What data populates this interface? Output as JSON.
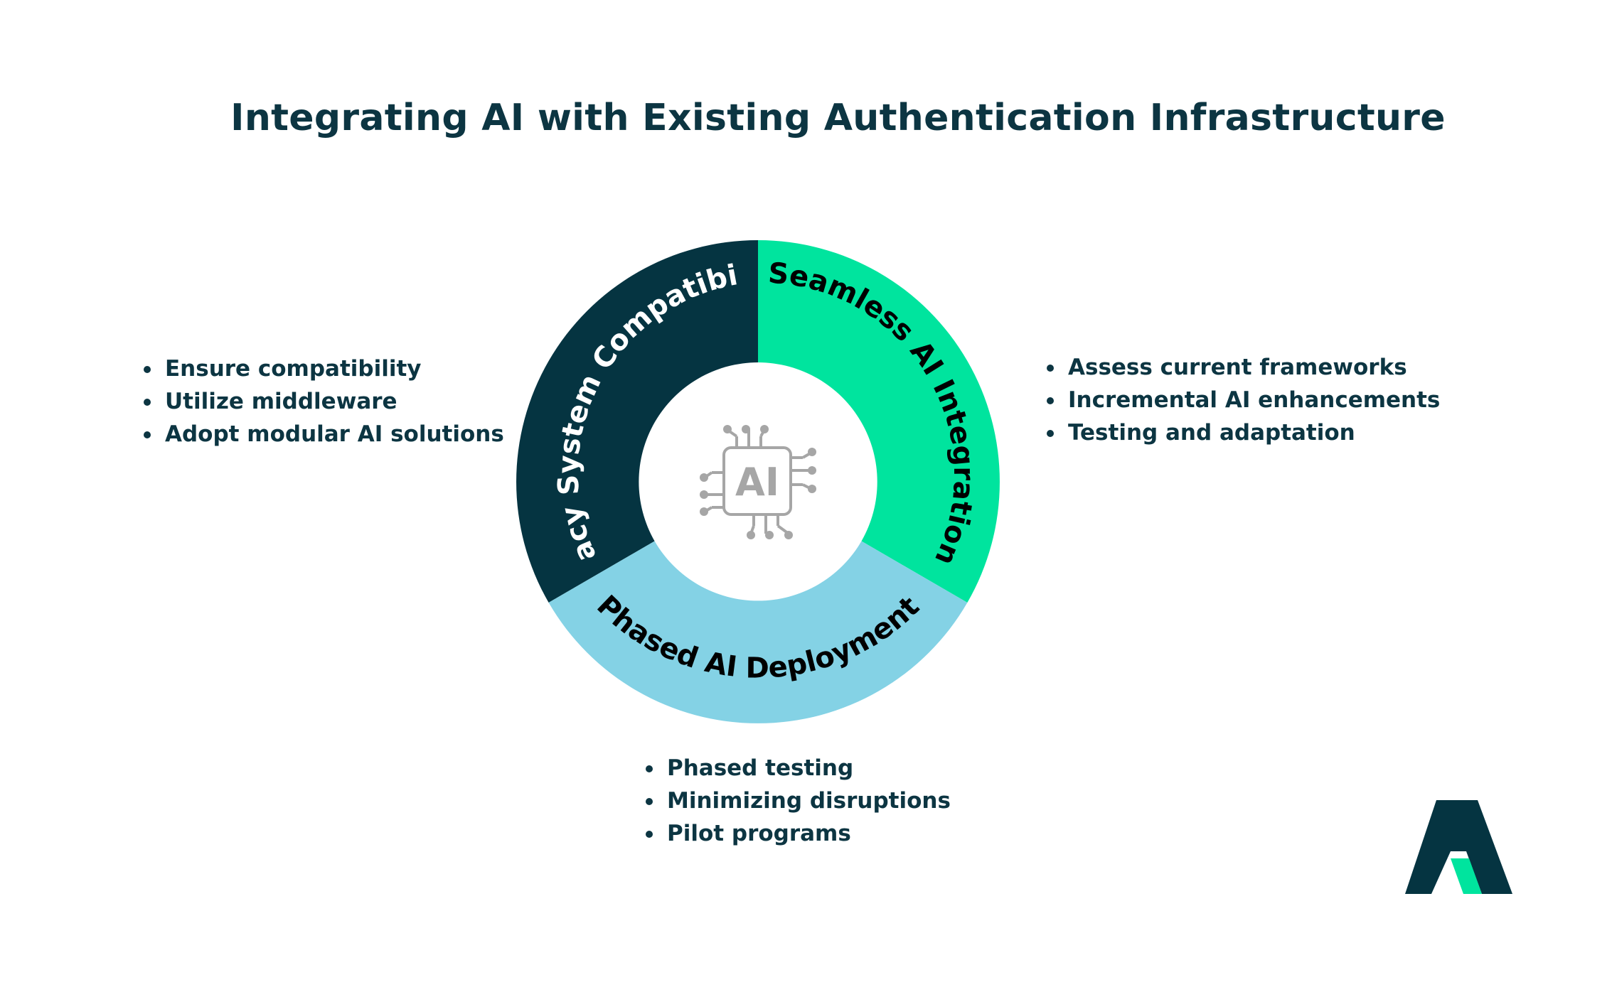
{
  "title": "Integrating AI with Existing Authentication Infrastructure",
  "colors": {
    "dark": "#053441",
    "green": "#00e49e",
    "blue": "#84d2e5",
    "text": "#0c3542",
    "chip": "#a6a6a6"
  },
  "ring": {
    "segments": [
      {
        "label": "Legacy System Compatibility",
        "color": "#053441",
        "text_color": "#ffffff"
      },
      {
        "label": "Seamless AI Integration",
        "color": "#00e49e",
        "text_color": "#000000"
      },
      {
        "label": "Phased AI Deployment",
        "color": "#84d2e5",
        "text_color": "#000000"
      }
    ],
    "center_icon": "ai-chip-icon",
    "center_text": "AI"
  },
  "lists": {
    "left": [
      "Ensure compatibility",
      "Utilize middleware",
      "Adopt modular AI solutions"
    ],
    "right": [
      "Assess current frameworks",
      "Incremental AI enhancements",
      "Testing and adaptation"
    ],
    "bottom": [
      "Phased testing",
      "Minimizing disruptions",
      "Pilot programs"
    ]
  },
  "logo": {
    "icon": "company-a-logo-icon"
  }
}
